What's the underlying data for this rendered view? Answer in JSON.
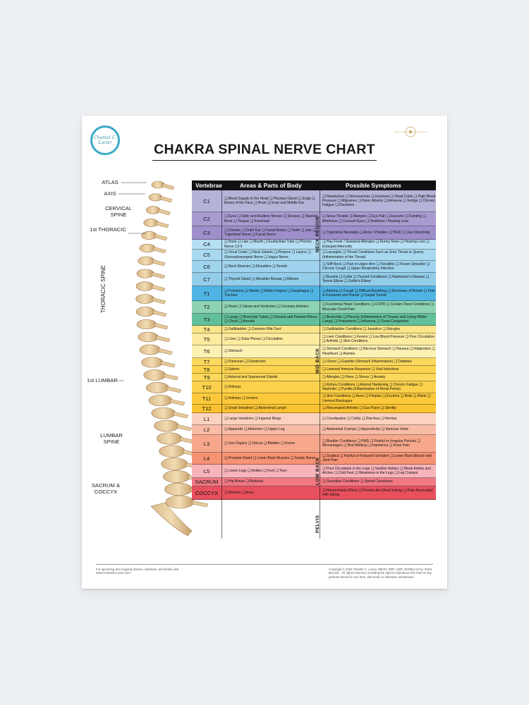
{
  "title": "CHAKRA SPINAL NERVE CHART",
  "logo_text": "Chantel C. Lucier",
  "headers": {
    "vertebrae": "Vertebrae",
    "areas": "Areas & Parts of Body",
    "symptoms": "Possible Symptoms"
  },
  "labels": {
    "atlas": "ATLAS",
    "axis": "AXIS",
    "cervical": "CERVICAL SPINE",
    "thoracic1": "1st THORACIC",
    "thoracic_spine": "THORACIC SPINE",
    "lumbar1": "1st LUMBAR",
    "lumbar_spine": "LUMBAR SPINE",
    "sacrum_coccyx": "SACRUM & COCCYX"
  },
  "regions": {
    "neck": "NECK REGION",
    "mid": "MID BACK",
    "low": "LOW BACK",
    "pelvis": "PELVIS"
  },
  "rows": [
    {
      "v": "C1",
      "color": "#b5b3d8",
      "area": "❑ Blood Supply to the Head ❑ Pituitary Gland ❑ Scalp ❑ Bones of the Face ❑ Brain ❑ Inner and Middle Ear",
      "sym": "❑ Headaches ❑ Nervousness ❑ Insomnia ❑ Head Colds ❑ High Blood Pressure ❑ Migraines ❑ Panic Attacks ❑ Amnesia ❑ Vertigo ❑ Chronic Fatigue ❑ Dizziness"
    },
    {
      "v": "C2",
      "color": "#a99bd0",
      "area": "❑ Eyes ❑ Optic and Auditory Nerves ❑ Sinuses ❑ Mastoid Bone ❑ Tongue ❑ Forehead",
      "sym": "❑ Sinus Trouble ❑ Allergies ❑ Eye Pain ❑ Earache ❑ Fainting ❑ Blindness ❑ Crossed Eyes ❑ Deafness / Hearing Loss"
    },
    {
      "v": "C3",
      "color": "#9e8fcb",
      "area": "❑ Cheeks ❑ Outer Ear ❑ Facial Bones ❑ Teeth ❑ Jaw ❑ Trigeminal Nerve ❑ Facial Nerve",
      "sym": "❑ Trigeminal Neuralgia ❑ Acne / Pimples ❑ TMJD ❑ Jaw Clenching"
    },
    {
      "v": "C4",
      "color": "#b5dff2",
      "area": "❑ Nose ❑ Lips ❑ Mouth ❑ Eustachian Tube ❑ Phrenic Nerve C3-5",
      "sym": "❑ Hay Fever / Seasonal Allergies ❑ Runny Nose ❑ Hearing Loss ❑ Enlarged Adenoids"
    },
    {
      "v": "C5",
      "color": "#a9d9f0",
      "area": "❑ Vocal Cords ❑ Neck Glands ❑ Pharynx ❑ Larynx ❑ Glossopharyngeal Nerve ❑ Vagus Nerve",
      "sym": "❑ Laryngitis ❑ Throat Conditions Such as Sore Throat or Quincy (Inflammation of the Throat)"
    },
    {
      "v": "C6",
      "color": "#9fd3ee",
      "area": "❑ Neck Muscles ❑ Shoulders ❑ Tonsils",
      "sym": "❑ Stiff Neck ❑ Pain in Upper Arm ❑ Tonsillitis ❑ Frozen Shoulder ❑ Chronic Cough ❑ Upper Respiratory Infection"
    },
    {
      "v": "C7",
      "color": "#94cdea",
      "area": "❑ Thyroid Gland ❑ Shoulder Bursae ❑ Elbows",
      "sym": "❑ Bursitis ❑ Colds ❑ Thyroid Conditions ❑ Hashimoto's Disease ❑ Tennis Elbow ❑ Golfer's Elbow"
    },
    {
      "v": "T1",
      "color": "#4fb3e3",
      "area": "❑ Forearms ❑ Hands ❑ Wrists Fingers ❑ Esophagus ❑ Trachea",
      "sym": "❑ Asthma ❑ Cough ❑ Difficult Breathing ❑ Shortness of Breath ❑ Pain in Forearms and Hands ❑ Carpal Tunnel"
    },
    {
      "v": "T2",
      "color": "#8ed2b4",
      "area": "❑ Heart ❑ Valves and Ventricles ❑ Coronary Arteries",
      "sym": "❑ Functional Heart Conditions ❑ COPD ❑ Certain Chest Conditions ❑ Muscular Chest Pain"
    },
    {
      "v": "T3",
      "color": "#62c09a",
      "area": "❑ Lungs ❑ Bronchial Tubes ❑ Visceral and Parietal Pleura ❑ Chest ❑ Breasts",
      "sym": "❑ Bronchitis ❑ Pleurisy (Inflammation of Tissues and Lining Within Lungs) ❑ Pneumonia ❑ Influenza ❑ Chest Congestion"
    },
    {
      "v": "T4",
      "color": "#fbe58a",
      "area": "❑ Gallbladder ❑ Common Bile Duct",
      "sym": "❑ Gallbladder Conditions ❑ Jaundice ❑ Shingles"
    },
    {
      "v": "T5",
      "color": "#fdeb9f",
      "area": "❑ Liver ❑ Solar Plexus ❑ Circulation",
      "sym": "❑ Liver Conditions ❑ Fevers ❑ Low Blood Pressure ❑ Poor Circulation ❑ Arthritis ❑ Skin Conditions"
    },
    {
      "v": "T6",
      "color": "#fdf0b3",
      "area": "❑ Stomach",
      "sym": "❑ Stomach Conditions ❑ Nervous Stomach ❑ Nausea ❑ Indigestion ❑ Heartburn ❑ Anemia"
    },
    {
      "v": "T7",
      "color": "#fbd85e",
      "area": "❑ Pancreas ❑ Duodenum",
      "sym": "❑ Ulcers ❑ Gastritis (Stomach Inflammation) ❑ Diabetes"
    },
    {
      "v": "T8",
      "color": "#fcd34e",
      "area": "❑ Spleen",
      "sym": "❑ Lowered Immune Response ❑ Viral Infections"
    },
    {
      "v": "T9",
      "color": "#fcd85c",
      "area": "❑ Adrenal and Suprarenal Glands",
      "sym": "❑ Allergies ❑ Hives ❑ Stress ❑ Anxiety"
    },
    {
      "v": "T10",
      "color": "#fbd04a",
      "area": "❑ Kidneys",
      "sym": "❑ Kidney Conditions ❑ Arterial Hardening ❑ Chronic Fatigue ❑ Nephritis ❑ Pyelitis (Inflammation of Renal Pelvis)"
    },
    {
      "v": "T11",
      "color": "#fbc93b",
      "area": "❑ Kidneys ❑ Ureters",
      "sym": "❑ Skin Conditions ❑ Acne ❑ Pimples ❑ Eczema ❑ Boils ❑ Warts ❑ Ureteral Blockages"
    },
    {
      "v": "T12",
      "color": "#fac232",
      "area": "❑ Small Intestines ❑ Abdominal Lymph",
      "sym": "❑ Rheumatoid Arthritis ❑ Gas Pains ❑ Sterility"
    },
    {
      "v": "L1",
      "color": "#fbd2bf",
      "area": "❑ Large Intestines ❑ Inguinal Rings",
      "sym": "❑ Constipation ❑ Colitis ❑ Diarrhea ❑ Hernias"
    },
    {
      "v": "L2",
      "color": "#f9bca6",
      "area": "❑ Appendix ❑ Abdomen ❑ Upper Leg",
      "sym": "❑ Abdominal Cramps ❑ Appendicitis ❑ Varicose Veins"
    },
    {
      "v": "L3",
      "color": "#f7a88c",
      "area": "❑ Sex Organs ❑ Uterus ❑ Bladder ❑ Knees",
      "sym": "❑ Bladder Conditions ❑ PMS ❑ Painful or Irregular Periods ❑ Miscarriages ❑ Bed Wetting ❑ Impotence ❑ Knee Pain"
    },
    {
      "v": "L4",
      "color": "#f59374",
      "area": "❑ Prostate Gland ❑ Lower Back Muscles ❑ Sciatic Nerve",
      "sym": "❑ Sciatica ❑ Painful or Frequent Urination ❑ Lower Back Muscle and Joint Pain"
    },
    {
      "v": "L5",
      "color": "#f8b4bb",
      "area": "❑ Lower Legs ❑ Ankles ❑ Feet ❑ Toes",
      "sym": "❑ Poor Circulation in the Legs ❑ Swollen Ankles ❑ Weak Ankles and Arches ❑ Cold Feet ❑ Weakness in the Legs ❑ Leg Cramps"
    },
    {
      "v": "SACRUM",
      "color": "#f07982",
      "area": "❑ Hip Bones ❑ Buttocks",
      "sym": "❑ Sacroiliac Conditions ❑ Spinal Curvatures"
    },
    {
      "v": "COCCYX",
      "color": "#e8505e",
      "area": "❑ Rectum ❑ Anus",
      "sym": "❑ Hemorrhoids (Piles) ❑ Pruritus Ani (Anal Itching) ❑ Pain Associated with Sitting"
    }
  ],
  "footer": {
    "left": "For upcoming and ongoing classes, webinars, and books visit www.ChantelCLucier.com",
    "right": "Copyright © 2022 Chantel C. Lucier, NBCR, RMT, CMT, NCREd Art by: Mirza Becukic . All rights reserved; including the right to reproduce this chart or any portions thereof in any form, electronic or otherwise whatsoever."
  }
}
